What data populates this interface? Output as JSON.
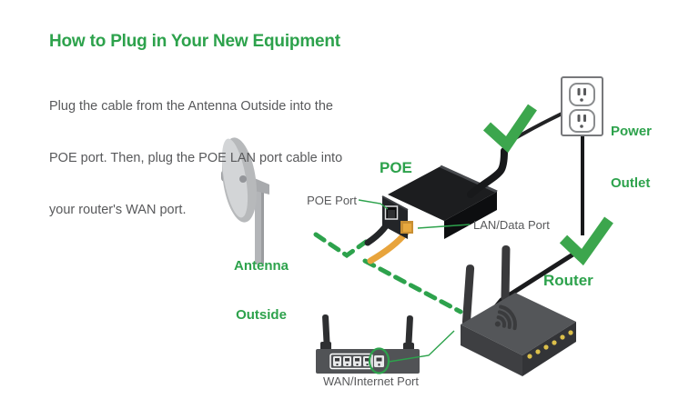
{
  "header": {
    "title": "How to Plug in Your New Equipment",
    "description_lines": [
      "Plug the cable from the Antenna Outside into the",
      "POE port. Then, plug the POE LAN port cable into",
      "your router's WAN port."
    ]
  },
  "labels": {
    "poe": "POE",
    "poe_port": "POE Port",
    "lan_data_port": "LAN/Data Port",
    "antenna_lines": [
      "Antenna",
      "Outside"
    ],
    "power_outlet_lines": [
      "Power",
      "Outlet"
    ],
    "router": "Router",
    "wan_internet_port": "WAN/Internet Port"
  },
  "icons": {
    "antenna": "satellite-dish-icon",
    "poe_adapter": "poe-adapter-icon",
    "power_outlet": "power-outlet-icon",
    "router": "wifi-router-icon",
    "wifi": "wifi-signal-icon",
    "router_back_panel": "router-back-panel-icon",
    "checkmark": "check-icon",
    "wan_highlight": "wan-port-circle"
  },
  "colors": {
    "accent_green": "#2DA24C",
    "check_green": "#3CA64D",
    "text_gray": "#58595B",
    "device_black": "#1B1C1E",
    "lan_plug_orange": "#E8A43C",
    "led_yellow": "#DCC04A",
    "equipment_gray": "#515356",
    "dish_gray": "#C6C8CA"
  }
}
